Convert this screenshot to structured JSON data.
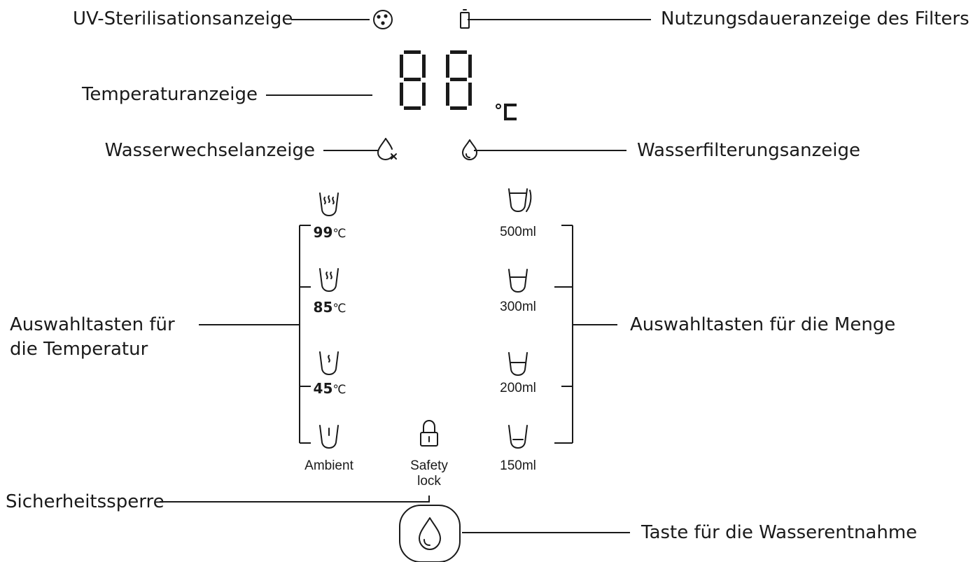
{
  "labels": {
    "uv_indicator": "UV-Sterilisationsanzeige",
    "filter_life_indicator": "Nutzungsdaueranzeige des Filters",
    "temperature_display": "Temperaturanzeige",
    "water_change_indicator": "Wasserwechselanzeige",
    "water_filtering_indicator": "Wasserfilterungsanzeige",
    "temp_buttons_line1": "Auswahltasten für",
    "temp_buttons_line2": "die Temperatur",
    "volume_buttons": "Auswahltasten für die Menge",
    "safety_lock_callout": "Sicherheitssperre",
    "dispense_button_callout": "Taste für die Wasserentnahme"
  },
  "display": {
    "unit": "°C",
    "digits": "88"
  },
  "temperature_options": [
    {
      "value": "99",
      "unit": "℃",
      "icon": "steam-high-cup-icon"
    },
    {
      "value": "85",
      "unit": "℃",
      "icon": "steam-medium-cup-icon"
    },
    {
      "value": "45",
      "unit": "℃",
      "icon": "steam-low-cup-icon"
    },
    {
      "label": "Ambient",
      "icon": "ambient-cup-icon"
    }
  ],
  "volume_options": [
    {
      "label": "500ml",
      "icon": "cup-500-icon"
    },
    {
      "label": "300ml",
      "icon": "cup-300-icon"
    },
    {
      "label": "200ml",
      "icon": "cup-200-icon"
    },
    {
      "label": "150ml",
      "icon": "cup-150-icon"
    }
  ],
  "safety_lock": {
    "line1": "Safety",
    "line2": "lock",
    "icon": "lock-icon"
  },
  "dispense": {
    "icon": "water-drop-icon"
  },
  "colors": {
    "ink": "#1a1a1a",
    "background": "#ffffff"
  }
}
